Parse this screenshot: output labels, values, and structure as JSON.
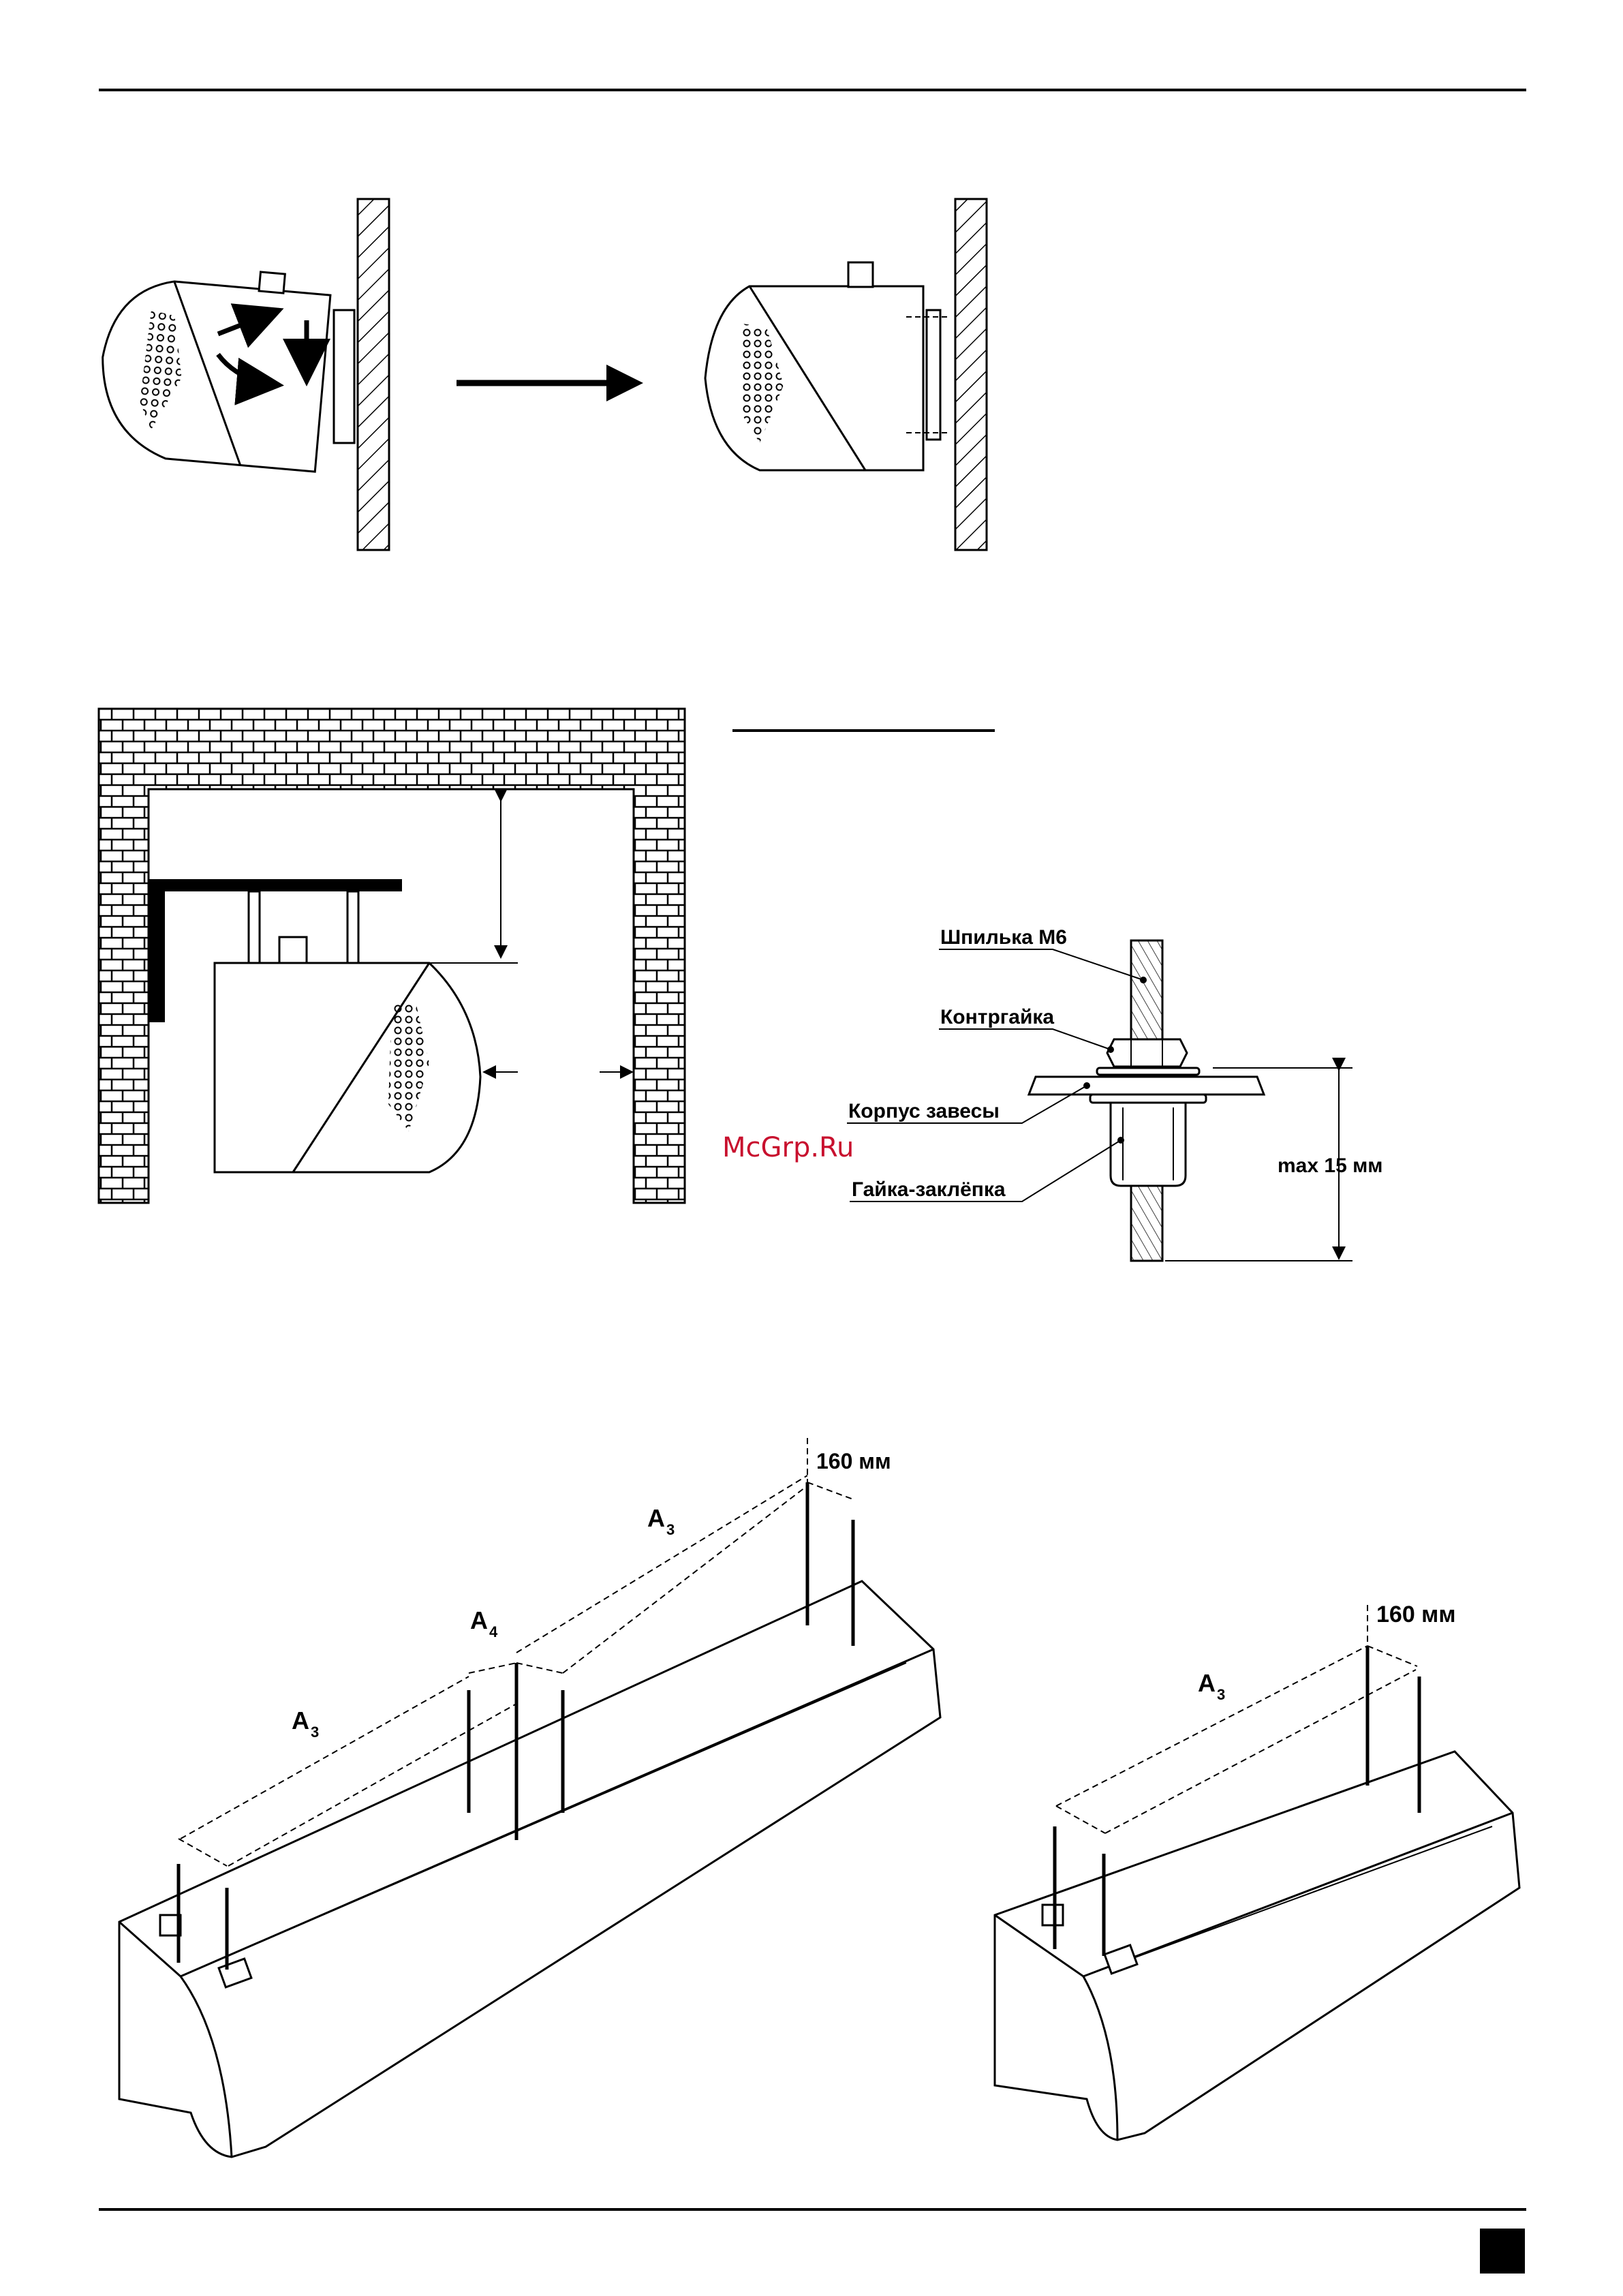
{
  "stud_diagram": {
    "stud": "Шпилька М6",
    "locknut": "Контргайка",
    "housing": "Корпус завесы",
    "rivet_nut": "Гайка-заклёпка",
    "max_length": "max 15 мм"
  },
  "watermark": "McGrp.Ru",
  "layout_left": {
    "spacing": "160 мм",
    "a3_left": "A",
    "a3_left_sub": "3",
    "a4": "A",
    "a4_sub": "4",
    "a3_right": "A",
    "a3_right_sub": "3"
  },
  "layout_right": {
    "spacing": "160 мм",
    "a3": "A",
    "a3_sub": "3"
  }
}
